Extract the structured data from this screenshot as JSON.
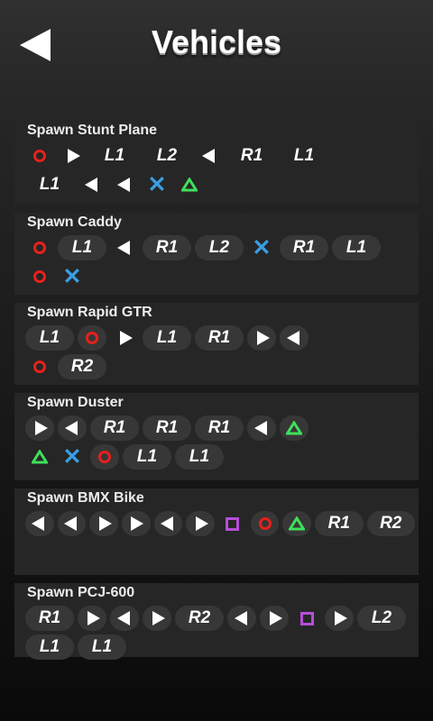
{
  "header": {
    "title": "Vehicles",
    "back_icon": "back-arrow-icon"
  },
  "colors": {
    "circle": "#e8201c",
    "cross": "#3a9ee2",
    "triangle": "#3ee05a",
    "square": "#b64ed8"
  },
  "cheats": [
    {
      "title": "Spawn Stunt Plane",
      "rows": [
        [
          {
            "b": "circle",
            "bare": true
          },
          {
            "b": "right",
            "bare": true
          },
          {
            "b": "L1",
            "bare": true
          },
          {
            "b": "L2",
            "bare": true
          },
          {
            "b": "left",
            "bare": true
          },
          {
            "b": "R1",
            "bare": true
          },
          {
            "b": "L1",
            "bare": true
          }
        ],
        [
          {
            "b": "L1",
            "bare": true
          },
          {
            "b": "left",
            "bare": true
          },
          {
            "b": "left",
            "bare": true
          },
          {
            "b": "cross",
            "bare": true
          },
          {
            "b": "triangle",
            "bare": true
          }
        ]
      ]
    },
    {
      "title": "Spawn Caddy",
      "rows": [
        [
          {
            "b": "circle",
            "bare": true
          },
          {
            "b": "L1"
          },
          {
            "b": "left",
            "bare": true
          },
          {
            "b": "R1"
          },
          {
            "b": "L2"
          },
          {
            "b": "cross",
            "bare": true
          },
          {
            "b": "R1"
          },
          {
            "b": "L1"
          }
        ],
        [
          {
            "b": "circle",
            "bare": true
          },
          {
            "b": "cross",
            "bare": true
          }
        ]
      ]
    },
    {
      "title": "Spawn Rapid GTR",
      "rows": [
        [
          {
            "b": "L1"
          },
          {
            "b": "circle"
          },
          {
            "b": "right",
            "bare": true
          },
          {
            "b": "L1"
          },
          {
            "b": "R1"
          },
          {
            "b": "right"
          },
          {
            "b": "left"
          }
        ],
        [
          {
            "b": "circle",
            "bare": true
          },
          {
            "b": "R2"
          }
        ]
      ]
    },
    {
      "title": "Spawn Duster",
      "rows": [
        [
          {
            "b": "right"
          },
          {
            "b": "left"
          },
          {
            "b": "R1"
          },
          {
            "b": "R1"
          },
          {
            "b": "R1"
          },
          {
            "b": "left"
          },
          {
            "b": "triangle"
          }
        ],
        [
          {
            "b": "triangle",
            "bare": true
          },
          {
            "b": "cross",
            "bare": true
          },
          {
            "b": "circle"
          },
          {
            "b": "L1"
          },
          {
            "b": "L1"
          }
        ]
      ]
    },
    {
      "title": "Spawn BMX Bike",
      "rows": [
        [
          {
            "b": "left"
          },
          {
            "b": "left"
          },
          {
            "b": "right"
          },
          {
            "b": "right"
          },
          {
            "b": "left"
          },
          {
            "b": "right"
          },
          {
            "b": "square",
            "bare": true
          },
          {
            "b": "circle"
          },
          {
            "b": "triangle"
          },
          {
            "b": "R1"
          },
          {
            "b": "R2"
          }
        ]
      ]
    },
    {
      "title": "Spawn PCJ-600",
      "rows": [
        [
          {
            "b": "R1"
          },
          {
            "b": "right"
          },
          {
            "b": "left"
          },
          {
            "b": "right"
          },
          {
            "b": "R2"
          },
          {
            "b": "left"
          },
          {
            "b": "right"
          },
          {
            "b": "square",
            "bare": true
          },
          {
            "b": "right"
          },
          {
            "b": "L2"
          }
        ],
        [
          {
            "b": "L1"
          },
          {
            "b": "L1"
          }
        ]
      ]
    }
  ]
}
